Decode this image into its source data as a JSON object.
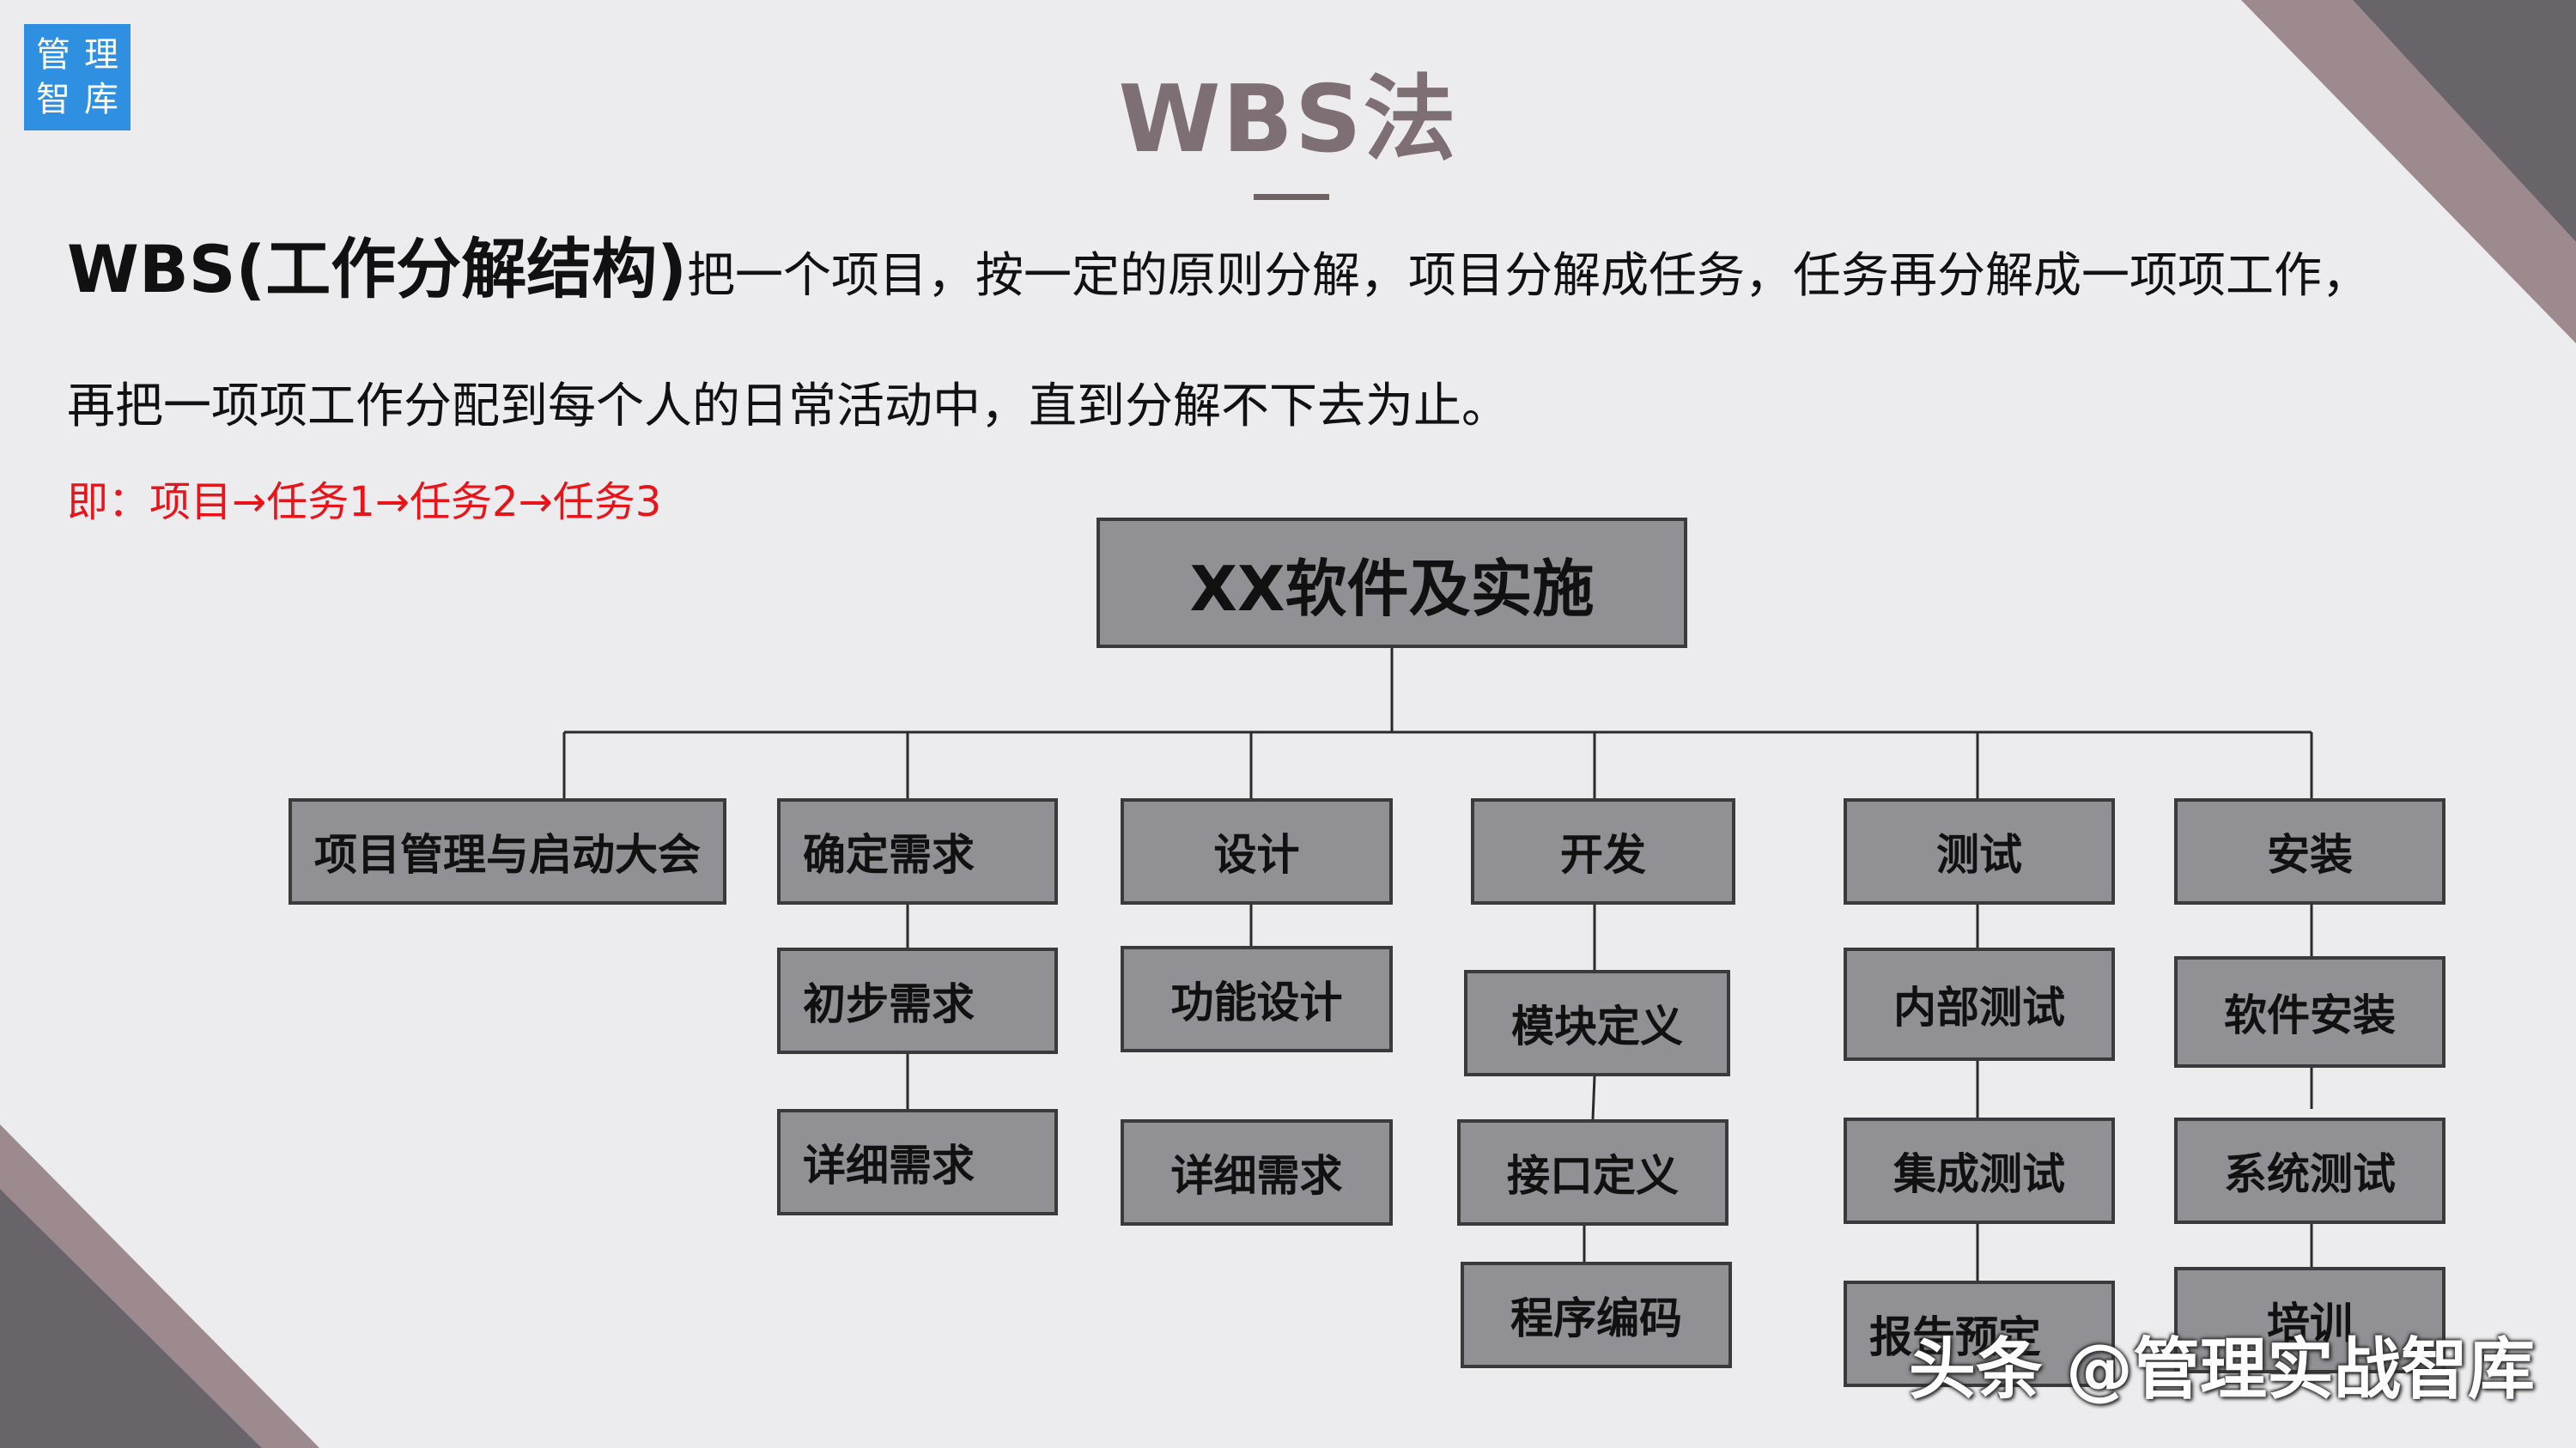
{
  "logo": {
    "chars": [
      "管",
      "理",
      "智",
      "库"
    ]
  },
  "page": {
    "title": "WBS法",
    "intro_term": "WBS(工作分解结构)",
    "intro_line1": "把一个项目，按一定的原则分解，项目分解成任务，任务再分解成一项项工作，",
    "intro_line2": "再把一项项工作分配到每个人的日常活动中，直到分解不下去为止。",
    "formula": "即：项目→任务1→任务2→任务3"
  },
  "tree": {
    "root": "XX软件及实施",
    "branches": [
      {
        "label": "项目管理与启动大会",
        "children": []
      },
      {
        "label": "确定需求",
        "children": [
          "初步需求",
          "详细需求"
        ]
      },
      {
        "label": "设计",
        "children": [
          "功能设计",
          "详细需求"
        ]
      },
      {
        "label": "开发",
        "children": [
          "模块定义",
          "接口定义",
          "程序编码"
        ]
      },
      {
        "label": "测试",
        "children": [
          "内部测试",
          "集成测试",
          "报告预定"
        ]
      },
      {
        "label": "安装",
        "children": [
          "软件安装",
          "系统测试",
          "培训"
        ]
      }
    ]
  },
  "watermark": "头条 @管理实战智库",
  "colors": {
    "background": "#ecebee",
    "logo": "#2f8fe0",
    "title": "#7d6f73",
    "node_fill": "#919094",
    "node_border": "#3a3a3a",
    "formula": "#e8141a",
    "deco_dark": "#68646a",
    "deco_mauve": "#9c8a8f"
  }
}
